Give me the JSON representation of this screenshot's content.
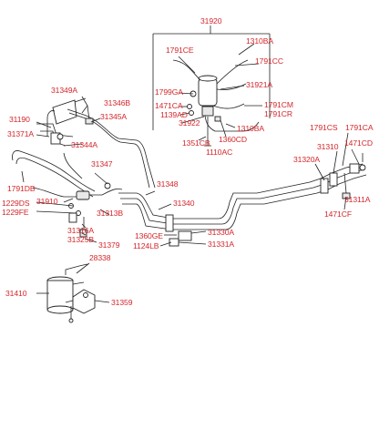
{
  "labels": {
    "p31920": "31920",
    "p1791CE": "1791CE",
    "p1310BA_top": "1310BA",
    "p1791CC": "1791CC",
    "p31921A": "31921A",
    "p1799GA": "1799GA",
    "p1471CA_top": "1471CA",
    "p1139AD": "1139AD",
    "p31922": "31922",
    "p1791CM": "1791CM",
    "p1791CR": "1791CR",
    "p1310BA_mid": "1310BA",
    "p1351CB": "1351CB",
    "p1360CD": "1360CD",
    "p1110AC": "1110AC",
    "p31349A": "31349A",
    "p31346B": "31346B",
    "p31190": "31190",
    "p31345A": "31345A",
    "p31371A": "31371A",
    "p31344A": "31344A",
    "p1791CS": "1791CS",
    "p1791CA_right": "1791CA",
    "p1471CD": "1471CD",
    "p31310": "31310",
    "p31320A": "31320A",
    "p31347": "31347",
    "p1791DB": "1791DB",
    "p31348": "31348",
    "p1229DS": "1229DS",
    "p1229FE": "1229FE",
    "p31910": "31910",
    "p31313B": "31313B",
    "p31340": "31340",
    "p31311A": "31311A",
    "p1471CF": "1471CF",
    "p31316A": "31316A",
    "p31325B": "31325B",
    "p1360GE": "1360GE",
    "p31330A": "31330A",
    "p1124LB": "1124LB",
    "p31331A": "31331A",
    "p31379": "31379",
    "p28338": "28338",
    "p31410": "31410",
    "p31359": "31359"
  },
  "colors": {
    "label": "#d4262b",
    "line": "#222222",
    "background": "#ffffff"
  }
}
